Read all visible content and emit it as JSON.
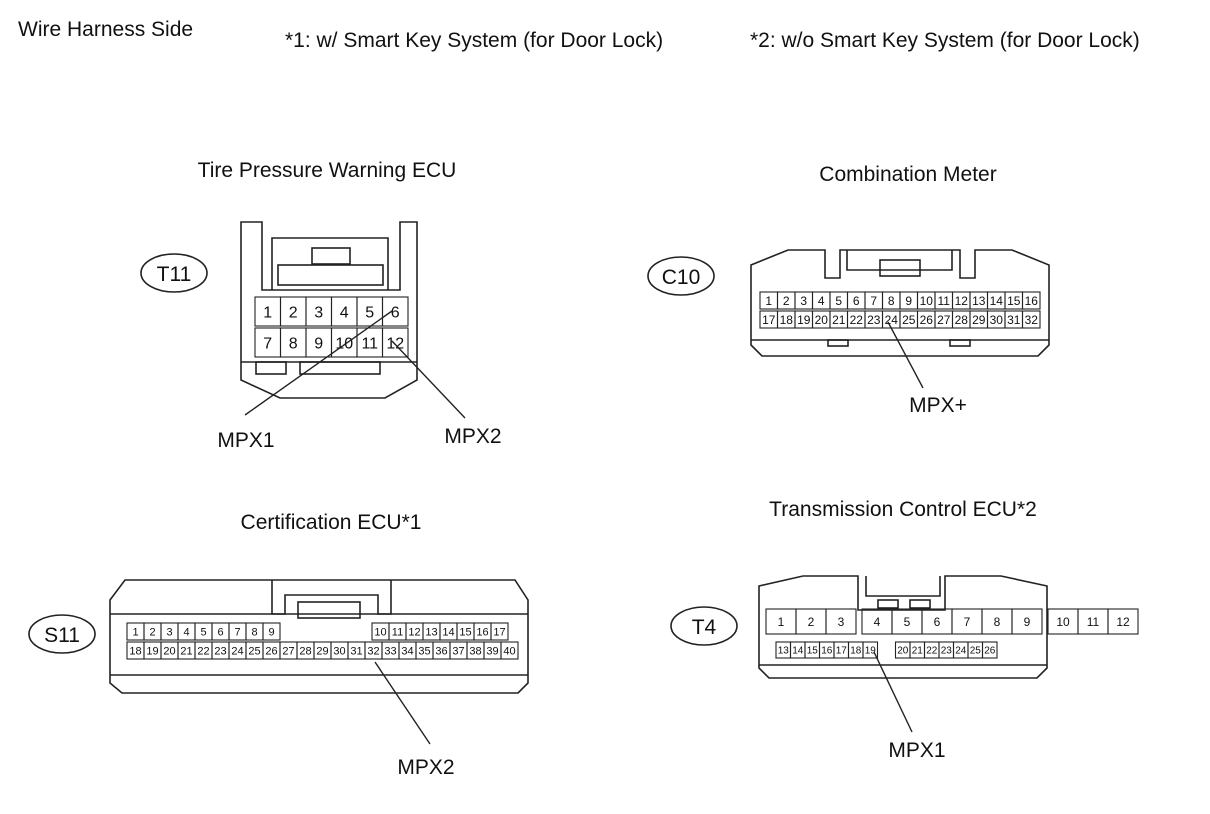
{
  "header": {
    "view": "Wire Harness Side",
    "note1": "*1: w/ Smart Key System (for Door Lock)",
    "note2": "*2: w/o Smart Key System (for Door Lock)"
  },
  "connectors": {
    "t11": {
      "title": "Tire Pressure Warning ECU",
      "code": "T11",
      "row1": [
        "1",
        "2",
        "3",
        "4",
        "5",
        "6"
      ],
      "row2": [
        "7",
        "8",
        "9",
        "10",
        "11",
        "12"
      ],
      "labels": [
        "MPX1",
        "MPX2"
      ]
    },
    "c10": {
      "title": "Combination Meter",
      "code": "C10",
      "row1": [
        "1",
        "2",
        "3",
        "4",
        "5",
        "6",
        "7",
        "8",
        "9",
        "10",
        "11",
        "12",
        "13",
        "14",
        "15",
        "16"
      ],
      "row2": [
        "17",
        "18",
        "19",
        "20",
        "21",
        "22",
        "23",
        "24",
        "25",
        "26",
        "27",
        "28",
        "29",
        "30",
        "31",
        "32"
      ],
      "labels": [
        "MPX+"
      ]
    },
    "s11": {
      "title": "Certification ECU*1",
      "code": "S11",
      "row1": [
        "1",
        "2",
        "3",
        "4",
        "5",
        "6",
        "7",
        "8",
        "9",
        "10",
        "11",
        "12",
        "13",
        "14",
        "15",
        "16",
        "17"
      ],
      "row2": [
        "18",
        "19",
        "20",
        "21",
        "22",
        "23",
        "24",
        "25",
        "26",
        "27",
        "28",
        "29",
        "30",
        "31",
        "32",
        "33",
        "34",
        "35",
        "36",
        "37",
        "38",
        "39",
        "40"
      ],
      "labels": [
        "MPX2"
      ]
    },
    "t4": {
      "title": "Transmission Control ECU*2",
      "code": "T4",
      "row1": [
        "1",
        "2",
        "3",
        "4",
        "5",
        "6",
        "7",
        "8",
        "9",
        "10",
        "11",
        "12"
      ],
      "row2": [
        "13",
        "14",
        "15",
        "16",
        "17",
        "18",
        "19",
        "20",
        "21",
        "22",
        "23",
        "24",
        "25",
        "26"
      ],
      "labels": [
        "MPX1"
      ]
    }
  },
  "colors": {
    "line": "#222222",
    "background": "#ffffff"
  }
}
